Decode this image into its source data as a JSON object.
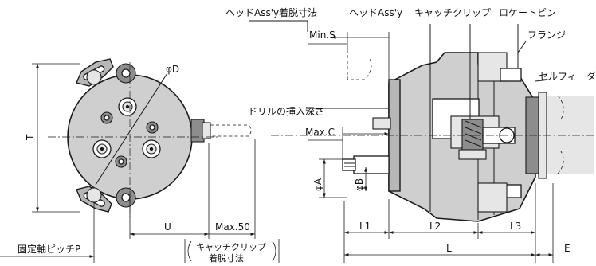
{
  "labels": {
    "head_assy_mount_dim": "ヘッドAss'y着脱寸法",
    "head_assy": "ヘッドAss'y",
    "catch_clip": "キャッチクリップ",
    "locate_pin": "ロケートピン",
    "flange": "フランジ",
    "self_feed": "セルフィーダ",
    "min_s": "Min.S",
    "drill_depth": "ドリルの挿入深さ",
    "max_c": "Max.C",
    "phi_d": "φD",
    "phi_a": "φA",
    "phi_b": "φB",
    "t": "T",
    "u": "U",
    "max50": "Max.50",
    "pitch_p": "固定軸ピッチP",
    "catch_clip_mount_1": "キャッチクリップ",
    "catch_clip_mount_2": "着脱寸法",
    "l1": "L1",
    "l2": "L2",
    "l3": "L3",
    "l": "L",
    "e": "E"
  }
}
